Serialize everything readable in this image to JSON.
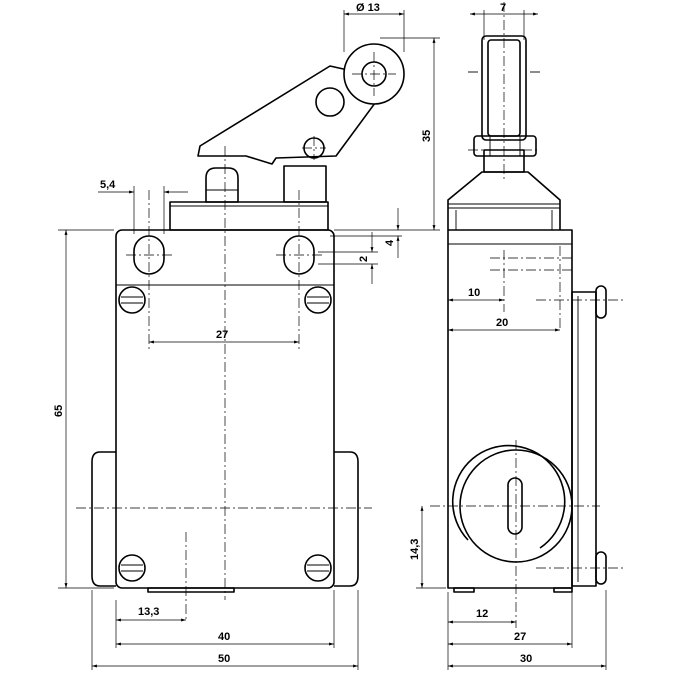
{
  "front_view": {
    "dims": {
      "slot_pitch": "5,4",
      "slot_spacing": "27",
      "height": "65",
      "bottom_offset": "13,3",
      "base_width": "40",
      "total_width": "50"
    }
  },
  "side_view": {
    "dims": {
      "roller_width": "7",
      "roller_diameter": "Ø 13",
      "lever_height": "35",
      "slot_height": "4",
      "slot_width": "2",
      "offset_10": "10",
      "offset_20": "20",
      "cable_height": "14,3",
      "cable_offset": "12",
      "base_width": "27",
      "total_width": "30"
    }
  }
}
